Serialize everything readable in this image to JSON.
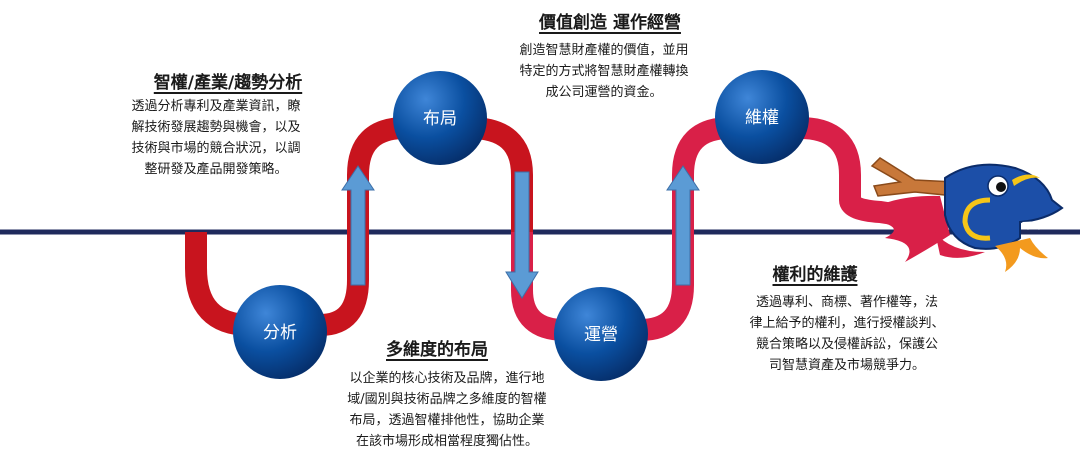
{
  "nodes": [
    {
      "id": "analysis",
      "label": "分析"
    },
    {
      "id": "layout",
      "label": "布局"
    },
    {
      "id": "operation",
      "label": "運營"
    },
    {
      "id": "protection",
      "label": "維權"
    }
  ],
  "sections": {
    "analysis": {
      "heading": "智權/產業/趨勢分析",
      "text": "透過分析專利及產業資訊，瞭\n解技術發展趨勢與機會，以及\n技術與市場的競合狀況，以調\n整研發及產品開發策略。"
    },
    "value_creation": {
      "heading": "價值創造 運作經營",
      "text": "創造智慧財產權的價值，並用\n特定的方式將智慧財產權轉換\n成公司運營的資金。"
    },
    "multi_layout": {
      "heading": "多維度的布局",
      "text": "以企業的核心技術及品牌，進行地\n域/國別與技術品牌之多維度的智權\n布局，透過智權排他性，協助企業\n在該市場形成相當程度獨佔性。"
    },
    "rights_protection": {
      "heading": "權利的維護",
      "text": "透過專利、商標、著作權等，法\n律上給予的權利，進行授權談判、\n競合策略以及侵權訴訟，保護公\n司智慧資產及市場競爭力。"
    }
  },
  "colors": {
    "axis": "#1f2a5c",
    "path_dark_red": "#c8141e",
    "path_pink_red": "#d92048",
    "node_blue": "#0a4fa0",
    "arrow_blue": "#5b9bd5",
    "dragon_blue": "#1c4fa8",
    "dragon_yellow": "#f5c518",
    "dragon_orange": "#f39a1e",
    "antler_brown": "#c8783a"
  },
  "icons": {
    "dragon": "dragon-head-icon"
  }
}
